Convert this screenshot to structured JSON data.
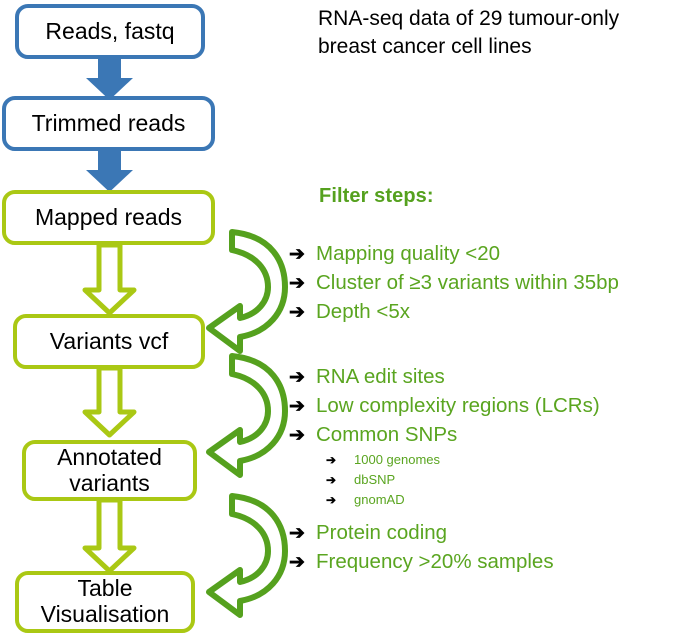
{
  "header": {
    "line1": "RNA-seq data of 29 tumour-only",
    "line2": "breast cancer cell lines"
  },
  "filters": {
    "title": "Filter steps:",
    "bullet_glyph": "➔",
    "sub_bullet_glyph": "➔",
    "groups": [
      {
        "name": "variant-calling-filters",
        "items": [
          {
            "label": "Mapping quality <20"
          },
          {
            "label": "Cluster of ≥3 variants within 35bp"
          },
          {
            "label": "Depth <5x"
          }
        ]
      },
      {
        "name": "annotation-filters",
        "items": [
          {
            "label": "RNA edit sites"
          },
          {
            "label": "Low complexity regions (LCRs)"
          },
          {
            "label": "Common SNPs",
            "sub": [
              {
                "label": "1000 genomes"
              },
              {
                "label": "dbSNP"
              },
              {
                "label": "gnomAD"
              }
            ]
          }
        ]
      },
      {
        "name": "final-filters",
        "items": [
          {
            "label": "Protein coding"
          },
          {
            "label": "Frequency >20% samples"
          }
        ]
      }
    ]
  },
  "flow": {
    "nodes": [
      {
        "id": "reads-fastq",
        "label": "Reads, fastq",
        "color": "blue"
      },
      {
        "id": "trimmed-reads",
        "label": "Trimmed reads",
        "color": "blue"
      },
      {
        "id": "mapped-reads",
        "label": "Mapped reads",
        "color": "green"
      },
      {
        "id": "variants-vcf",
        "label": "Variants vcf",
        "color": "green"
      },
      {
        "id": "annotated-variants",
        "label": "Annotated\nvariants",
        "color": "green"
      },
      {
        "id": "table-visualisation",
        "label": "Table\nVisualisation",
        "color": "green"
      }
    ]
  },
  "colors": {
    "blue": "#3b77b5",
    "yellow_green": "#aac814",
    "arrow_green": "#55a11e",
    "text_green": "#5aa520",
    "black": "#000000",
    "white": "#ffffff"
  }
}
